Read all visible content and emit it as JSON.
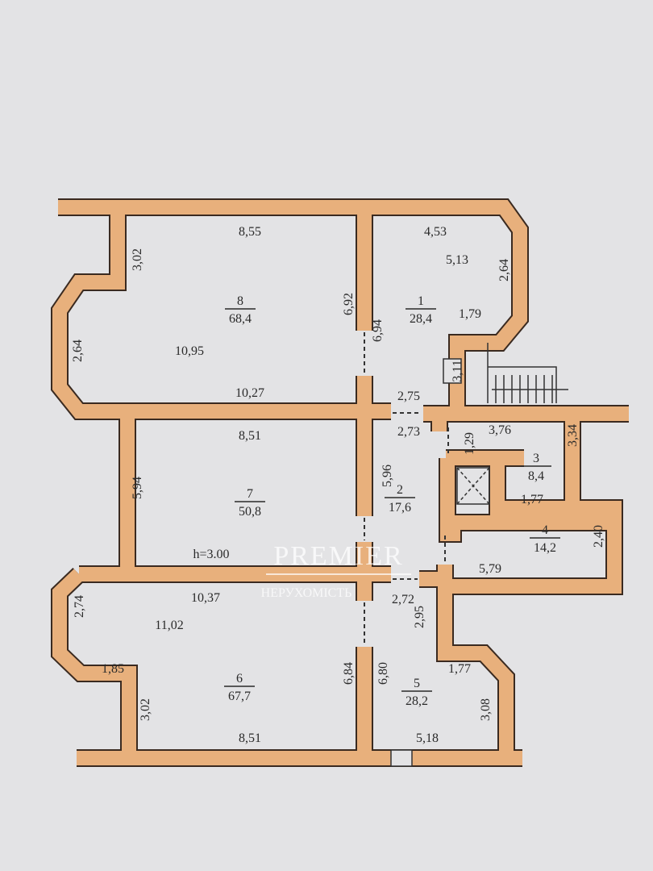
{
  "plan": {
    "ceiling_height": "h=3.00",
    "rooms": [
      {
        "number": "8",
        "area": "68,4"
      },
      {
        "number": "1",
        "area": "28,4"
      },
      {
        "number": "7",
        "area": "50,8"
      },
      {
        "number": "2",
        "area": "17,6"
      },
      {
        "number": "3",
        "area": "8,4"
      },
      {
        "number": "4",
        "area": "14,2"
      },
      {
        "number": "6",
        "area": "67,7"
      },
      {
        "number": "5",
        "area": "28,2"
      }
    ],
    "dimensions": [
      "8,55",
      "3,02",
      "2,64",
      "10,95",
      "10,27",
      "6,92",
      "6,94",
      "4,53",
      "5,13",
      "2,64",
      "1,79",
      "3,11",
      "2,75",
      "2,73",
      "1,29",
      "3,76",
      "3,34",
      "8,51",
      "5,94",
      "5,96",
      "1,77",
      "5,79",
      "2,40",
      "10,37",
      "2,72",
      "11,02",
      "2,74",
      "2,95",
      "1,85",
      "1,77",
      "3,02",
      "6,84",
      "6,80",
      "3,08",
      "8,51",
      "5,18"
    ]
  },
  "watermark": {
    "brand": "PREMIER",
    "subtitle": "НЕРУХОМІСТЬ"
  },
  "colors": {
    "wall": "#e8b07c",
    "outline": "#3a2a20",
    "paper": "#e3e3e5"
  }
}
